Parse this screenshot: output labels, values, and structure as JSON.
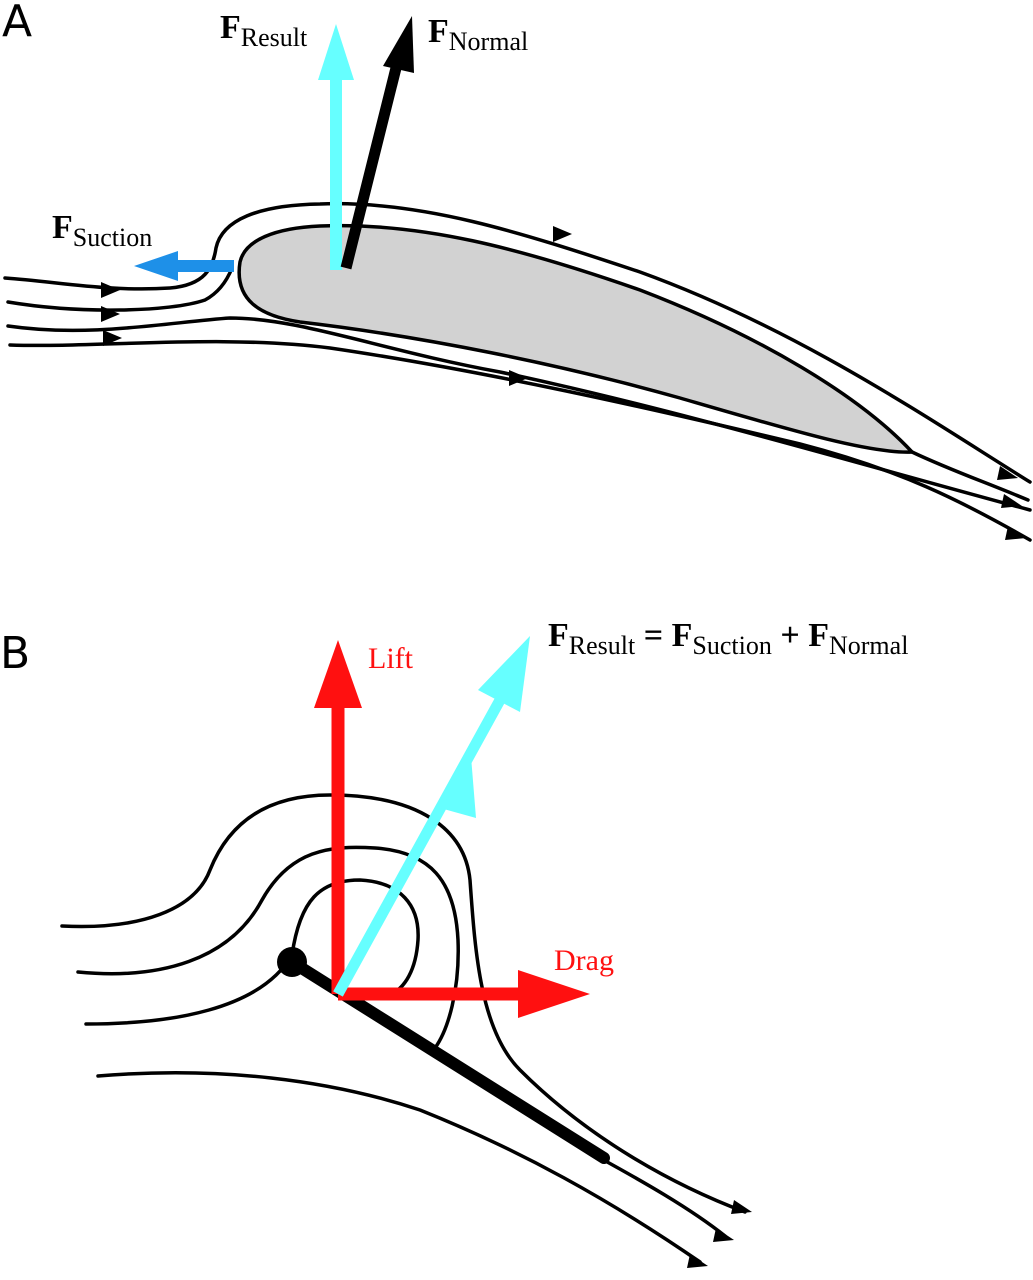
{
  "panels": {
    "a": {
      "label": "A"
    },
    "b": {
      "label": "B"
    }
  },
  "labels": {
    "f": "F",
    "result_sub": "Result",
    "normal_sub": "Normal",
    "suction_sub": "Suction",
    "lift": "Lift",
    "drag": "Drag",
    "equals": " = ",
    "plus": " + "
  },
  "colors": {
    "result_arrow": "#66ffff",
    "suction_arrow": "#1e90e8",
    "normal_arrow": "#000000",
    "lift_drag": "#ff1010",
    "airfoil_fill": "#d2d2d2"
  }
}
